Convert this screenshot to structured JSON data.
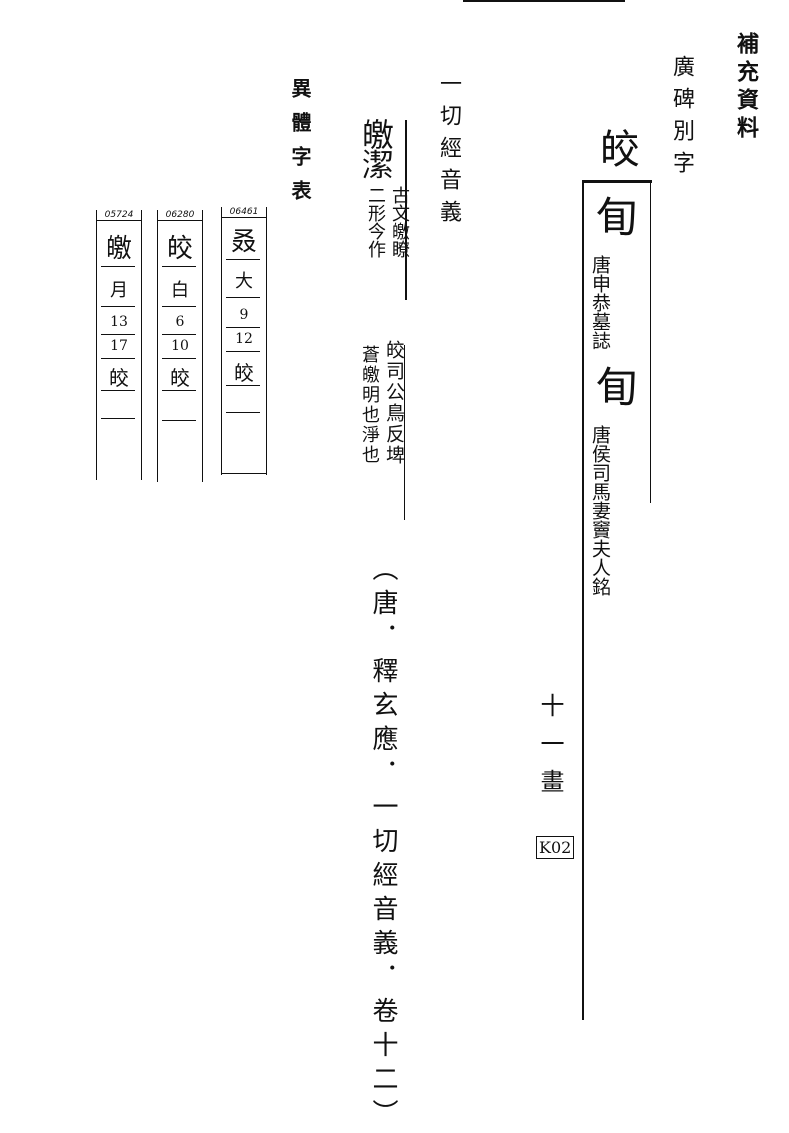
{
  "header": {
    "supplement_label": "補充資料",
    "guangbei_label": "廣碑別字"
  },
  "guangbei": {
    "head_char": "皎",
    "entry1_char": "䀏",
    "entry1_source": "唐申恭墓誌",
    "entry2_char": "䀏",
    "entry2_source": "唐侯司馬妻竇夫人銘",
    "stroke_count": "十一畫",
    "page_number": "K02"
  },
  "yiqie": {
    "title": "一切經音義",
    "char1": "皦",
    "char2": "潔",
    "note_small_left": "二形今作",
    "note_small_right": "古文皦瞭",
    "entry_line1": "皎司公鳥反埤",
    "entry_line2": "蒼皦明也淨也",
    "citation": "（唐．釋玄應．一切經音義．卷十二）"
  },
  "variant_table": {
    "title": "異體字表",
    "cards": [
      {
        "code": "05724",
        "char": "皦",
        "radical": "月",
        "num1": "13",
        "num2": "17",
        "variant": "皎"
      },
      {
        "code": "06280",
        "char": "皎",
        "radical": "白",
        "num1": "6",
        "num2": "10",
        "variant": "皎"
      },
      {
        "code": "06461",
        "char": "叒",
        "radical": "大",
        "num1": "9",
        "num2": "12",
        "variant": "皎"
      }
    ]
  }
}
